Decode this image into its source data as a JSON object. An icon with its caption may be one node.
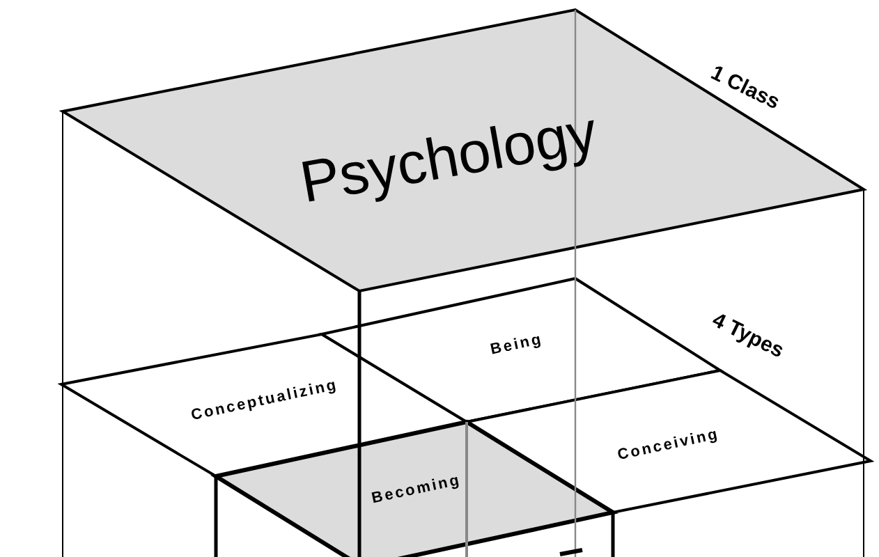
{
  "diagram": {
    "nodes": [
      {
        "text": [
          "Psychology"
        ]
      },
      {
        "text": [
          "Conceptualizing"
        ]
      },
      {
        "text": [
          "Being"
        ]
      },
      {
        "text": [
          "Conceiving"
        ]
      },
      {
        "text": [
          "Becoming"
        ]
      }
    ],
    "labels": [
      "1 Class",
      "4 Types"
    ]
  }
}
